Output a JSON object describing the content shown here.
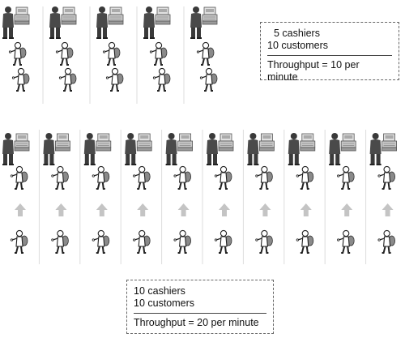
{
  "scenario_top": {
    "cashiers": 5,
    "customer_rows": 2,
    "cashiers_label": "5 cashiers",
    "customers_label": "10 customers",
    "throughput_label": "Throughput = 10 per minute"
  },
  "scenario_bottom": {
    "cashiers": 10,
    "customer_rows": 2,
    "cashiers_label": "10 cashiers",
    "customers_label": "10 customers",
    "throughput_label": "Throughput = 20 per minute"
  },
  "colors": {
    "cashier_body": "#4a4a4a",
    "register": "#c8c8c8",
    "customer_outline": "#222222",
    "backpack": "#8a8a8a",
    "lane_divider": "#dddddd",
    "arrow": "#c4c4c4"
  },
  "icons": [
    "cashier-icon",
    "cash-register-icon",
    "customer-icon",
    "up-arrow-icon"
  ]
}
